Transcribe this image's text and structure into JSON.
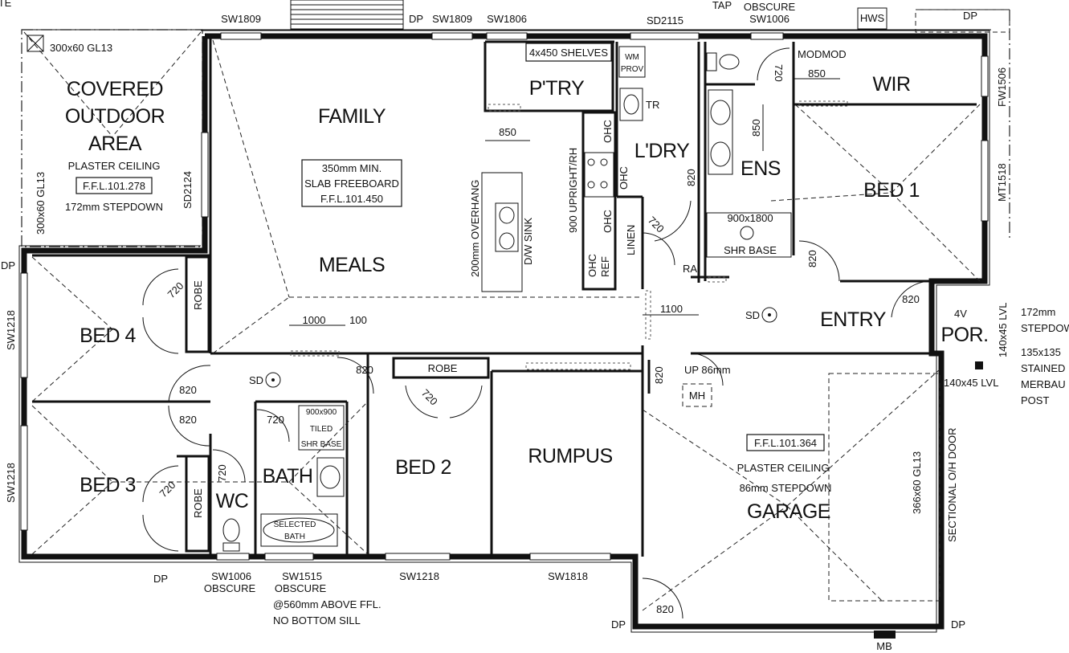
{
  "rooms": {
    "covered_outdoor_1": "COVERED",
    "covered_outdoor_2": "OUTDOOR",
    "covered_outdoor_3": "AREA",
    "family": "FAMILY",
    "meals": "MEALS",
    "pantry": "P'TRY",
    "laundry": "L'DRY",
    "ensuite": "ENS",
    "wir": "WIR",
    "bed1": "BED 1",
    "bed4": "BED 4",
    "bed3": "BED 3",
    "bed2": "BED 2",
    "bath": "BATH",
    "wc": "WC",
    "rumpus": "RUMPUS",
    "entry": "ENTRY",
    "porch": "POR.",
    "garage": "GARAGE"
  },
  "notes": {
    "outdoor_ceiling": "PLASTER CEILING",
    "outdoor_ffl": "F.F.L.101.278",
    "outdoor_stepdown": "172mm STEPDOWN",
    "post_corner": "300x60 GL13",
    "beam_left": "300x60 GL13",
    "slab_1": "350mm MIN.",
    "slab_2": "SLAB FREEBOARD",
    "slab_3": "F.F.L.101.450",
    "shelves": "4x450 SHELVES",
    "wm_1": "WM",
    "wm_2": "PROV",
    "tr": "TR",
    "ohc_a": "OHC",
    "ohc_b": "OHC",
    "ohc_c": "OHC",
    "ohc_d": "OHC",
    "ref": "REF",
    "upright": "900 UPRIGHT/RH",
    "overhang": "200mm OVERHANG",
    "dw_sink": "D/W  SINK",
    "linen": "LINEN",
    "ra": "RA",
    "shower_ens_1": "900x1800",
    "shower_ens_2": "SHR BASE",
    "sd_hall": "SD",
    "sd_entry": "SD",
    "robe_bed4": "ROBE",
    "robe_bed3": "ROBE",
    "robe_bed2": "ROBE",
    "shower_bath_1": "900x900",
    "shower_bath_2": "TILED",
    "shower_bath_3": "SHR BASE",
    "selected_bath_1": "SELECTED",
    "selected_bath_2": "BATH",
    "up": "UP 86mm",
    "mh": "MH",
    "garage_ffl": "F.F.L.101.364",
    "garage_ceiling": "PLASTER CEILING",
    "garage_stepdown": "86mm STEPDOWN",
    "garage_beam": "366x60 GL13",
    "oh_door": "SECTIONAL O/H DOOR",
    "porch_lvl_v": "140x45 LVL",
    "porch_lvl_h": "140x45 LVL",
    "porch_4v": "4V",
    "porch_stepdown_1": "172mm",
    "porch_stepdown_2": "STEPDOWN",
    "post_1": "135x135",
    "post_2": "STAINED",
    "post_3": "MERBAU",
    "post_4": "POST",
    "modmod": "MODMOD",
    "hws": "HWS",
    "tap": "TAP",
    "mb": "MB",
    "obscure_top": "OBSCURE"
  },
  "dims": {
    "d850_kitchen": "850",
    "d850_ens_h": "850",
    "d850_ens_v": "850",
    "d1000": "1000",
    "d100": "100",
    "d1100": "1100",
    "d720_bed4": "720",
    "d720_bed3": "720",
    "d720_bed2": "720",
    "d720_bath": "720",
    "d720_wc": "720",
    "d720_linen": "720",
    "d720_ens": "720",
    "d820_bed4": "820",
    "d820_bed3": "820",
    "d820_bed2": "820",
    "d820_ldry": "820",
    "d820_bed1": "820",
    "d820_entry": "820",
    "d820_garage": "820",
    "d820_garage_bottom": "820"
  },
  "windows": {
    "sw1809_a": "SW1809",
    "sw1809_b": "SW1809",
    "sw1806": "SW1806",
    "sd2115": "SD2115",
    "sw1006_top": "SW1006",
    "fw1506": "FW1506",
    "mt1518": "MT1518",
    "sd2124": "SD2124",
    "sw1218_a": "SW1218",
    "sw1218_b": "SW1218",
    "sw1006_bottom": "SW1006",
    "sw1006_obscure": "OBSCURE",
    "sw1515": "SW1515",
    "sw1515_obscure": "OBSCURE",
    "sw1515_note1": "@560mm ABOVE FFL.",
    "sw1515_note2": "NO BOTTOM SILL",
    "sw1218_bottom": "SW1218",
    "sw1818": "SW1818",
    "dp_top_a": "DP",
    "dp_top_b": "DP",
    "dp_left": "DP",
    "dp_bottom_a": "DP",
    "dp_bottom_b": "DP",
    "dp_bottom_c": "DP",
    "te": "TE"
  }
}
